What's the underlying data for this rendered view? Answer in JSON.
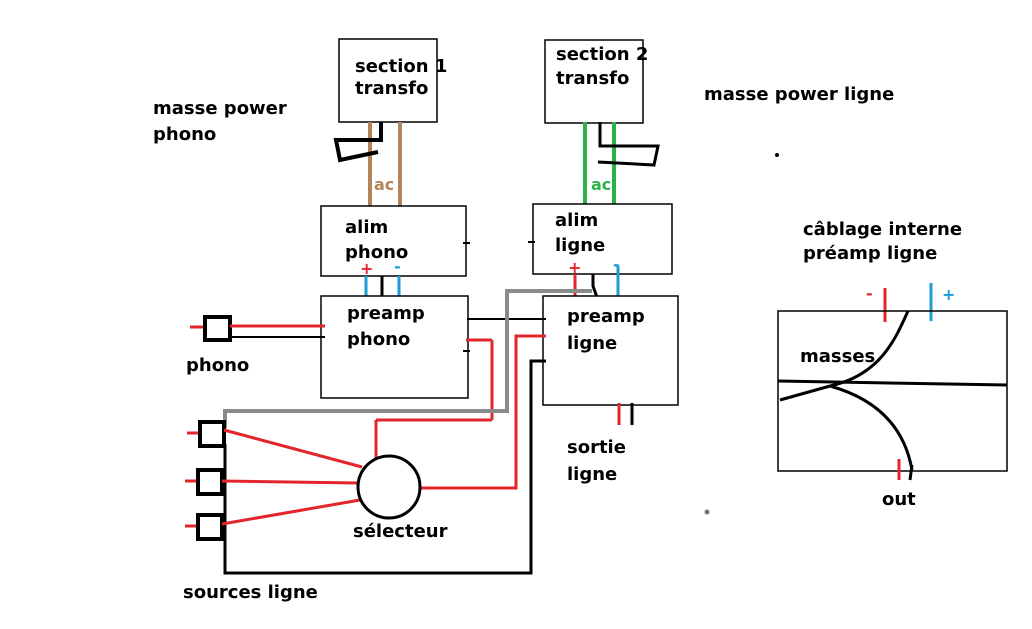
{
  "colors": {
    "black": "#000000",
    "red": "#e3262b",
    "blue": "#1e9ad6",
    "brown": "#b5835a",
    "green": "#2db24a",
    "gray": "#8a8a8a"
  },
  "blocks": {
    "section1": {
      "line1": "section 1",
      "line2": "transfo"
    },
    "section2": {
      "line1": "section 2",
      "line2": "transfo"
    },
    "alim_phono": {
      "line1": "alim",
      "line2": "phono"
    },
    "alim_ligne": {
      "line1": "alim",
      "line2": "ligne"
    },
    "preamp_phono": {
      "line1": "preamp",
      "line2": "phono"
    },
    "preamp_ligne": {
      "line1": "preamp",
      "line2": "ligne"
    },
    "internal": {
      "masses": "masses",
      "out": "out",
      "minus": "-",
      "plus": "+"
    }
  },
  "labels": {
    "masse_power_phono_1": "masse power",
    "masse_power_phono_2": "phono",
    "masse_power_ligne": "masse power ligne",
    "cablage_1": "câblage interne",
    "cablage_2": "préamp ligne",
    "phono": "phono",
    "sortie_1": "sortie",
    "sortie_2": "ligne",
    "selecteur": "sélecteur",
    "sources_ligne": "sources ligne",
    "ac_1": "ac",
    "ac_2": "ac",
    "plus_phono": "+",
    "minus_phono": "-",
    "plus_ligne": "+",
    "minus_ligne": "-"
  }
}
